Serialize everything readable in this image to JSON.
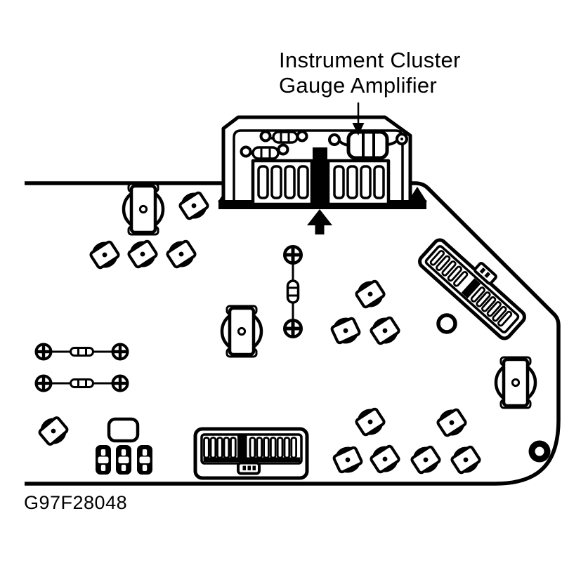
{
  "diagram": {
    "callout": {
      "line1": "Instrument Cluster",
      "line2": "Gauge Amplifier"
    },
    "figure_id": "G97F28048",
    "colors": {
      "ink": "#000000",
      "paper": "#ffffff"
    }
  }
}
